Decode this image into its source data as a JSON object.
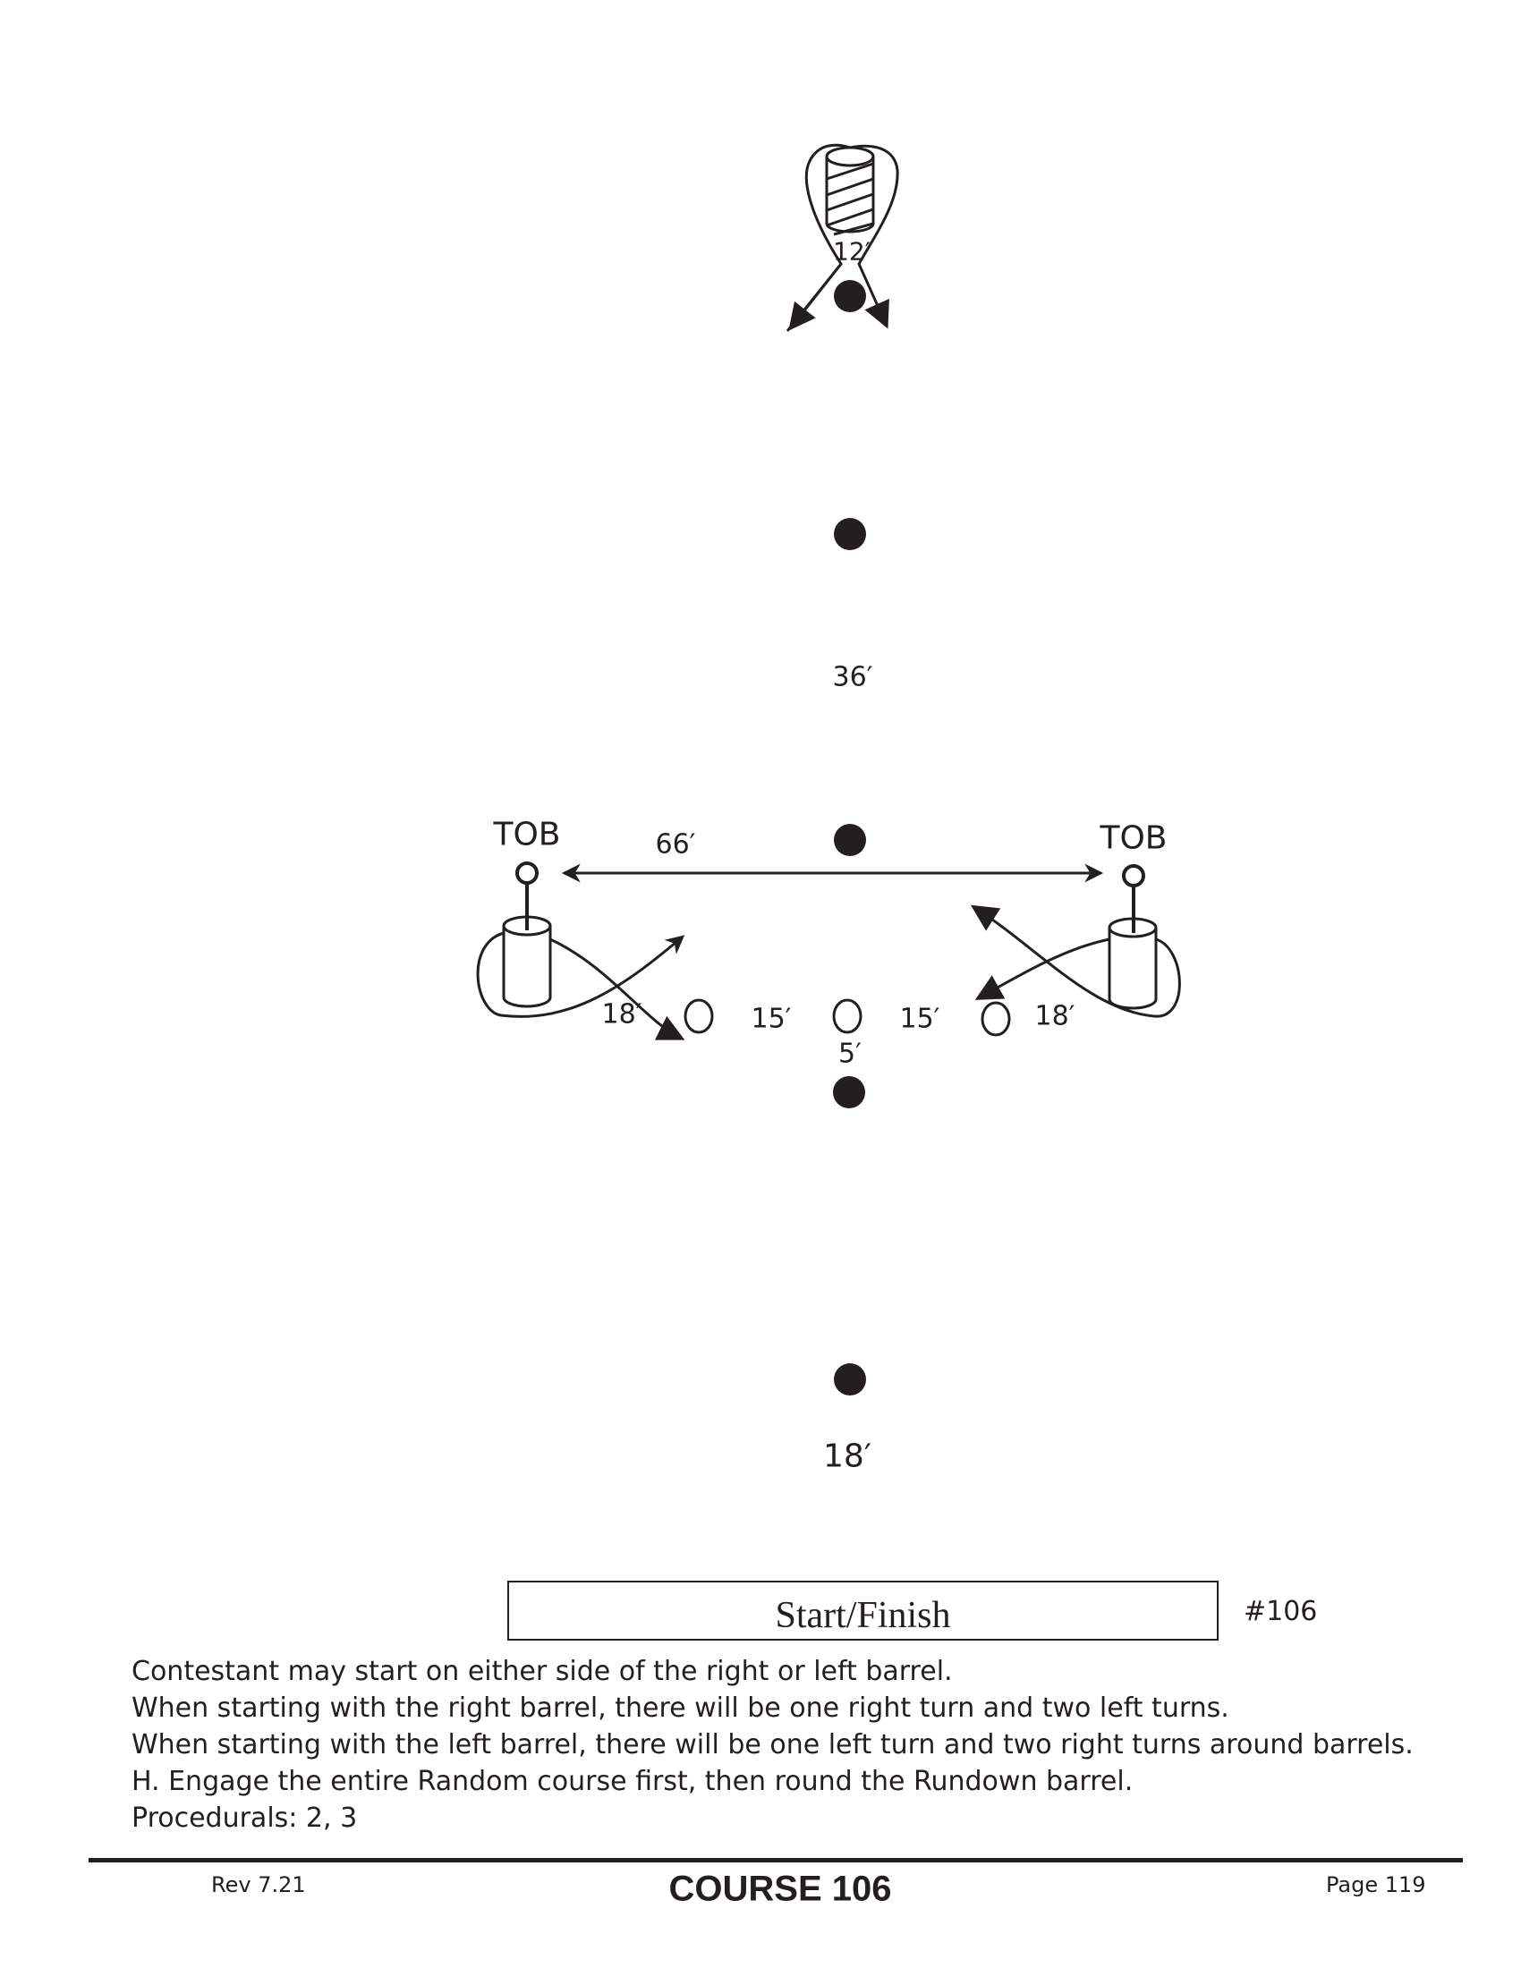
{
  "diagram": {
    "labels": {
      "rundown_distance": "12′",
      "upper_distance": "36′",
      "tob_left": "TOB",
      "tob_right": "TOB",
      "width_distance": "66′",
      "left_barrel_distance": "18′",
      "left_pole_distance": "15′",
      "right_pole_distance": "15′",
      "right_barrel_distance": "18′",
      "center_distance": "5′",
      "start_distance": "18′"
    }
  },
  "start_finish": "Start/Finish",
  "course_number": "#106",
  "description": [
    "Contestant may start on either side of the right or left barrel.",
    "When starting with the right barrel, there will be one right turn and two left turns.",
    "When starting with the left barrel, there will be one left turn and two right turns around barrels.",
    "H.  Engage the entire Random course first, then round the Rundown barrel.",
    "Procedurals: 2, 3"
  ],
  "footer": {
    "revision": "Rev 7.21",
    "title": "COURSE 106",
    "page": "Page 119"
  }
}
